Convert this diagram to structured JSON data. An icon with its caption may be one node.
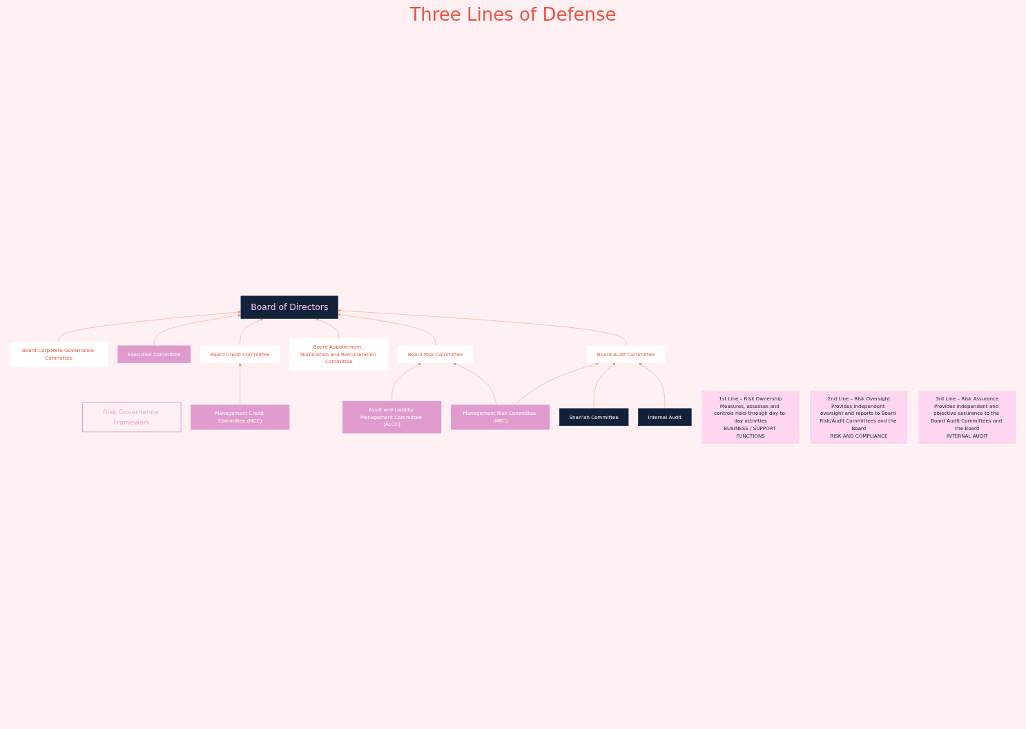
{
  "diagram": {
    "nodes": [
      {
        "text": [
          "Risk Governance Framework"
        ]
      },
      {
        "text": [
          "Board of Directors"
        ]
      },
      {
        "text": [
          "Board Corporate Governance Committee"
        ]
      },
      {
        "text": [
          "Board Credit Committee"
        ]
      },
      {
        "text": [
          "Board Appointment, Nomination and Remuneration Committee"
        ]
      },
      {
        "text": [
          "Board Risk Committee"
        ]
      },
      {
        "text": [
          "Board Audit Committee"
        ]
      },
      {
        "text": [
          "Shari’ah Committee"
        ]
      },
      {
        "text": [
          "Internal Audit"
        ]
      },
      {
        "text": [
          "Executive Committee"
        ]
      },
      {
        "text": [
          "Management Credit Committee (MCC)"
        ]
      },
      {
        "text": [
          "Asset and Liability Management Committee (ALCO)"
        ]
      },
      {
        "text": [
          "Management Risk Committee (MRC)"
        ]
      },
      {
        "text": [
          "1st Line – Risk Ownership",
          "Measures, assesses and controls risks through day-to-day activities",
          "BUSINESS / SUPPORT FUNCTIONS"
        ]
      },
      {
        "text": [
          "2nd Line – Risk Oversight",
          "Provides independent oversight and reports to Board Risk/Audit Committees and the Board",
          "RISK AND COMPLIANCE"
        ]
      },
      {
        "text": [
          "3rd Line – Risk Assurance",
          "Provides independent and objective assurance to the Board Audit Committees and the Board",
          "INTERNAL AUDIT"
        ]
      }
    ],
    "edges": [
      {
        "from": 2,
        "to": 1,
        "arrow": "to"
      },
      {
        "from": 9,
        "to": 1,
        "arrow": "to"
      },
      {
        "from": 3,
        "to": 1,
        "arrow": "to"
      },
      {
        "from": 10,
        "to": 3,
        "arrow": "to"
      },
      {
        "from": 4,
        "to": 1,
        "arrow": "to"
      },
      {
        "from": 5,
        "to": 1,
        "arrow": "to"
      },
      {
        "from": 6,
        "to": 1,
        "arrow": "to"
      },
      {
        "from": 11,
        "to": 5,
        "arrow": "to"
      },
      {
        "from": 12,
        "to": 5,
        "arrow": "to"
      },
      {
        "from": 12,
        "to": 6,
        "arrow": "to"
      },
      {
        "from": 7,
        "to": 6,
        "arrow": "to"
      },
      {
        "from": 8,
        "to": 6,
        "arrow": "to"
      }
    ],
    "labels": [
      "Three Lines of Defense"
    ]
  }
}
